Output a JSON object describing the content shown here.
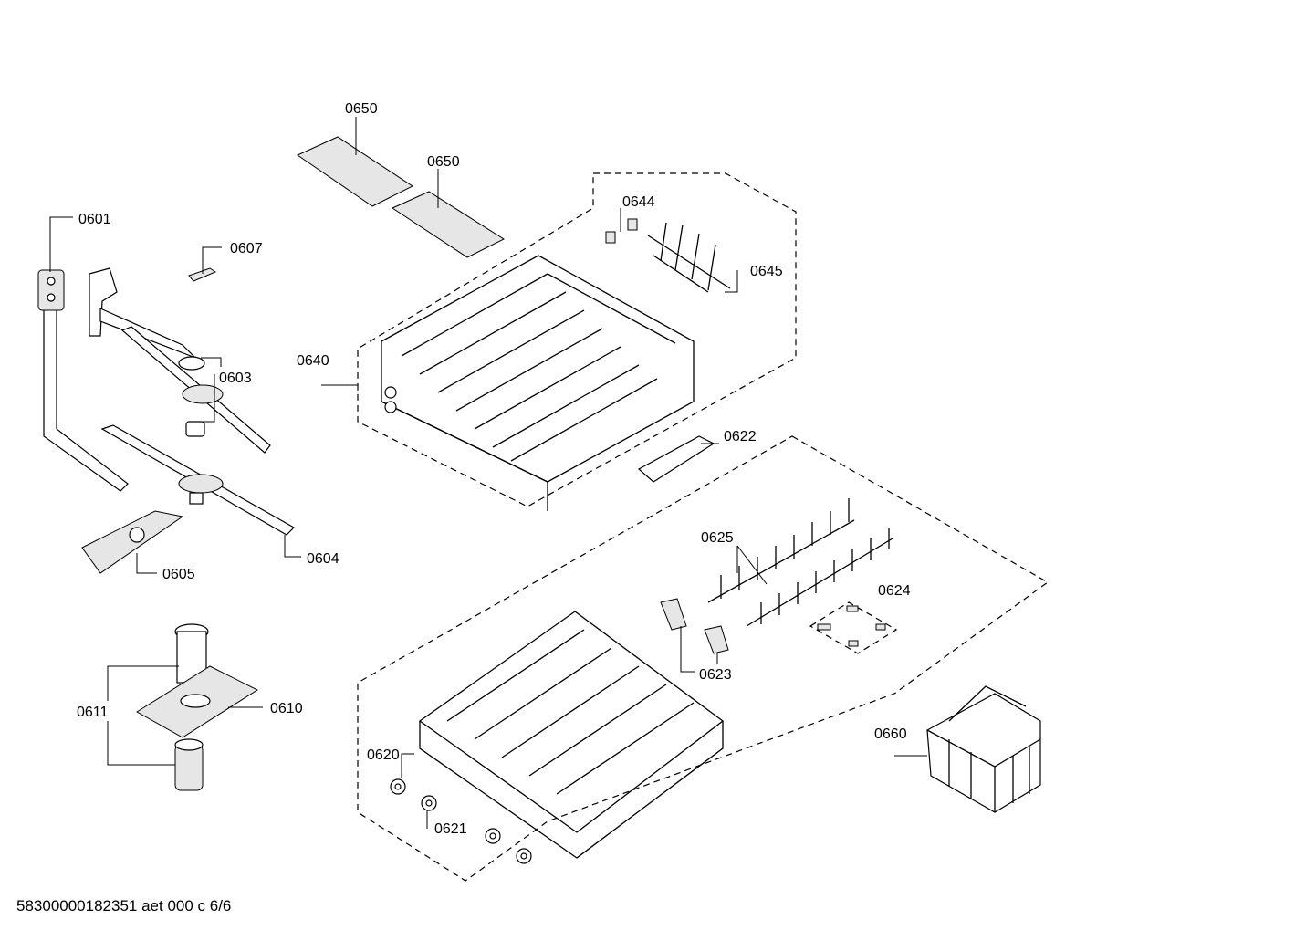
{
  "diagram": {
    "labels": {
      "p0601": "0601",
      "p0607": "0607",
      "p0603": "0603",
      "p0604": "0604",
      "p0605": "0605",
      "p0611": "0611",
      "p0610": "0610",
      "p0650a": "0650",
      "p0650b": "0650",
      "p0644": "0644",
      "p0645": "0645",
      "p0640": "0640",
      "p0622": "0622",
      "p0625": "0625",
      "p0624": "0624",
      "p0623": "0623",
      "p0620": "0620",
      "p0621": "0621",
      "p0660": "0660"
    },
    "footer": "58300000182351 aet 000 c 6/6"
  }
}
